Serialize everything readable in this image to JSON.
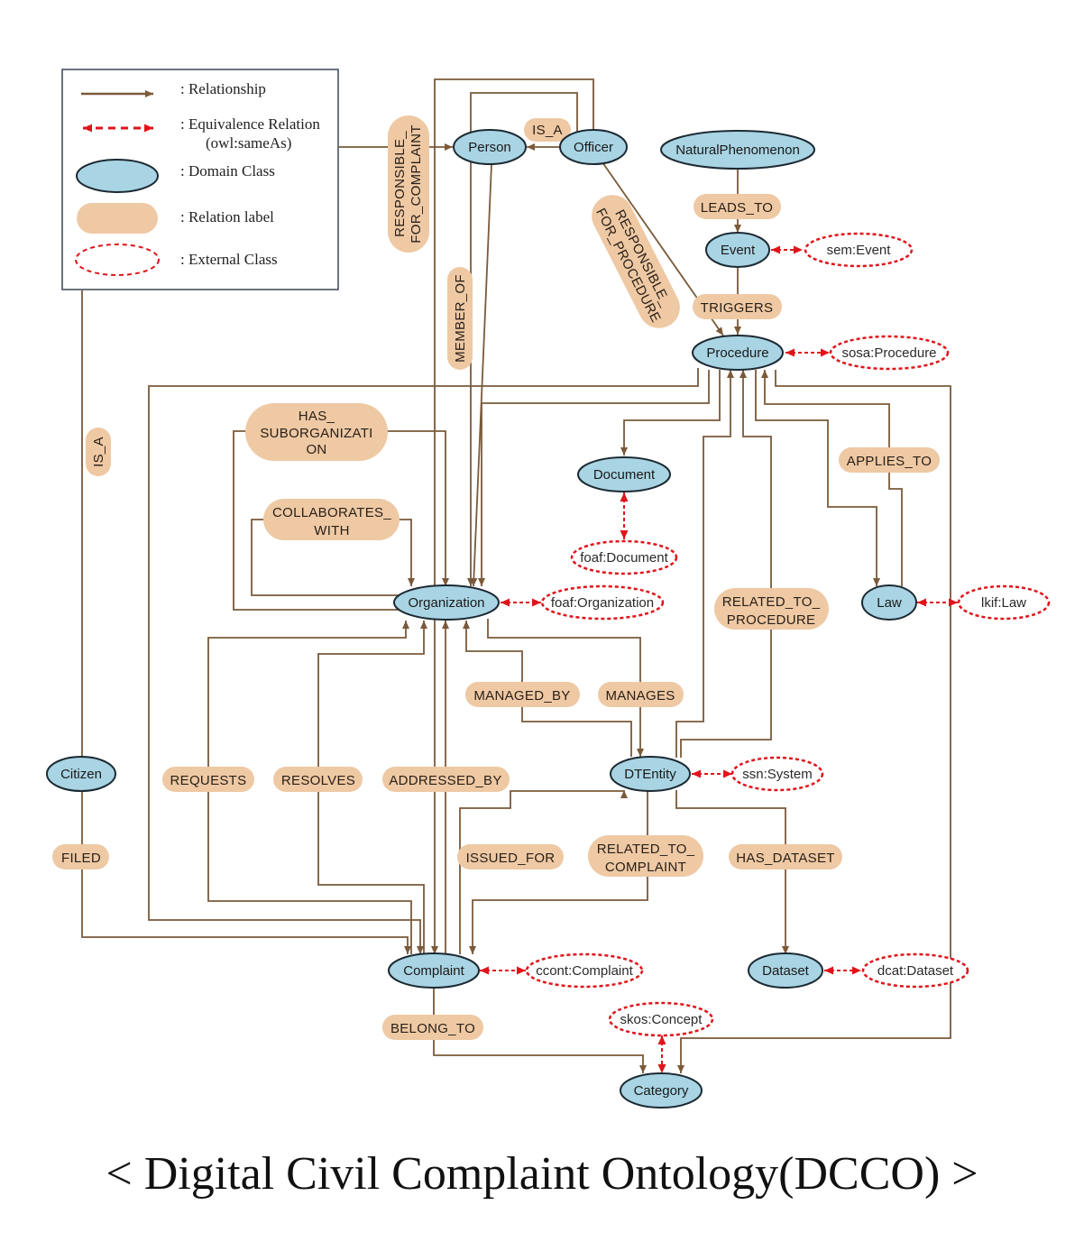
{
  "legend": {
    "relationship": ": Relationship",
    "equivalence_line1": ": Equivalence Relation",
    "equivalence_line2": "(owl:sameAs)",
    "domain_class": ": Domain Class",
    "relation_label": ": Relation label",
    "external_class": ": External Class"
  },
  "classes": {
    "person": "Person",
    "officer": "Officer",
    "natural_phenomenon": "NaturalPhenomenon",
    "event": "Event",
    "procedure": "Procedure",
    "document": "Document",
    "organization": "Organization",
    "law": "Law",
    "dtentity": "DTEntity",
    "citizen": "Citizen",
    "complaint": "Complaint",
    "dataset": "Dataset",
    "category": "Category"
  },
  "external_classes": {
    "sem_event": "sem:Event",
    "sosa_procedure": "sosa:Procedure",
    "foaf_document": "foaf:Document",
    "foaf_organization": "foaf:Organization",
    "lkif_law": "lkif:Law",
    "ssn_system": "ssn:System",
    "ccont_complaint": "ccont:Complaint",
    "dcat_dataset": "dcat:Dataset",
    "skos_concept": "skos:Concept"
  },
  "relations": {
    "is_a_officer": "IS_A",
    "responsible_for_complaint_1": "RESPONSIBLE_",
    "responsible_for_complaint_2": "FOR_COMPLAINT",
    "leads_to": "LEADS_TO",
    "responsible_for_procedure_1": "RESPONSIBLE_",
    "responsible_for_procedure_2": "FOR_PROCEDURE",
    "triggers": "TRIGGERS",
    "member_of": "MEMBER_OF",
    "has_suborg_1": "HAS_",
    "has_suborg_2": "SUBORGANIZATI",
    "has_suborg_3": "ON",
    "collaborates_1": "COLLABORATES_",
    "collaborates_2": "WITH",
    "applies_to": "APPLIES_TO",
    "is_a_citizen": "IS_A",
    "related_to_procedure_1": "RELATED_TO_",
    "related_to_procedure_2": "PROCEDURE",
    "managed_by": "MANAGED_BY",
    "manages": "MANAGES",
    "requests": "REQUESTS",
    "resolves": "RESOLVES",
    "addressed_by": "ADDRESSED_BY",
    "filed": "FILED",
    "issued_for": "ISSUED_FOR",
    "related_to_complaint_1": "RELATED_TO_",
    "related_to_complaint_2": "COMPLAINT",
    "has_dataset": "HAS_DATASET",
    "belong_to": "BELONG_TO"
  },
  "title": "< Digital Civil Complaint Ontology(DCCO) >",
  "colors": {
    "domain_class_fill": "#a9d4e3",
    "relation_label_fill": "#eec9a4",
    "relationship_arrow": "#7a5a3a",
    "equivalence": "#e0141a"
  }
}
